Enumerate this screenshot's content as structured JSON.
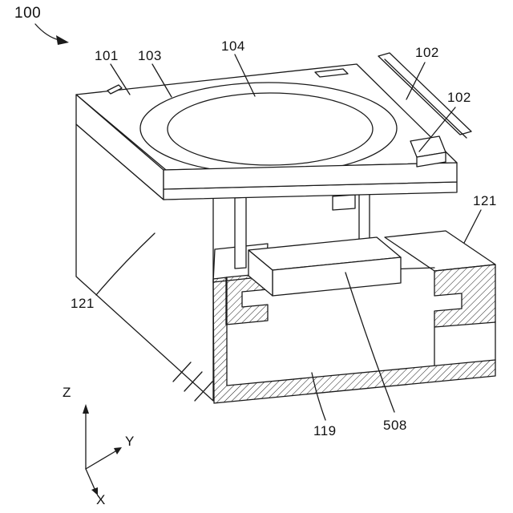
{
  "colors": {
    "background": "#ffffff",
    "line": "#1a1a1a"
  },
  "labels": {
    "ref_100": "100",
    "ref_101": "101",
    "ref_103": "103",
    "ref_104": "104",
    "ref_102_upper": "102",
    "ref_102_lower": "102",
    "ref_121_right": "121",
    "ref_121_left": "121",
    "ref_119": "119",
    "ref_508": "508"
  },
  "axes": {
    "z": "Z",
    "y": "Y",
    "x": "X"
  }
}
